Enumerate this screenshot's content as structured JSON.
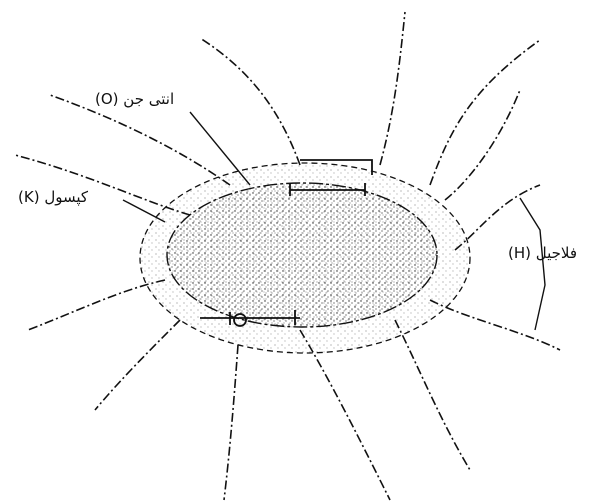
{
  "labels": {
    "antigen_o": "انتی جن (O)",
    "capsule_k": "(K) کپسول",
    "flagella_h": "(H) فلاجیل"
  },
  "colors": {
    "ink": "#111111",
    "paper": "#ffffff"
  }
}
